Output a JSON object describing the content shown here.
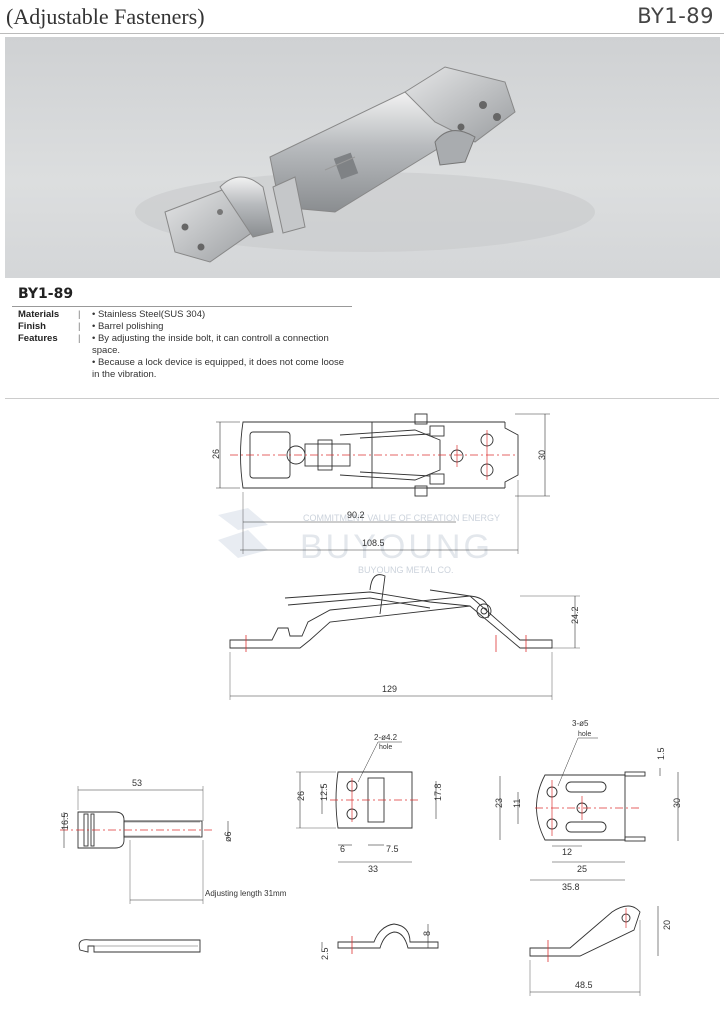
{
  "header": {
    "title": "(Adjustable Fasteners)",
    "code": "BY1-89"
  },
  "product": {
    "model": "BY1-89",
    "specs": [
      {
        "label": "Materials",
        "values": [
          "• Stainless Steel(SUS 304)"
        ]
      },
      {
        "label": "Finish",
        "values": [
          "• Barrel polishing"
        ]
      },
      {
        "label": "Features",
        "values": [
          "• By adjusting the inside bolt, it can controll a connection space.",
          "• Because a lock device is equipped, it does not come loose in the vibration."
        ]
      }
    ]
  },
  "watermark": {
    "line1": "COMMITMENT VALUE OF CREATION ENERGY",
    "brand": "BUYOUNG",
    "line3": "BUYOUNG METAL CO."
  },
  "dimensions": {
    "top_view": {
      "d26": "26",
      "d30": "30",
      "d90": "90.2",
      "d108": "108.5"
    },
    "side_view": {
      "d24": "24.2",
      "d129": "129"
    },
    "bolt": {
      "d53": "53",
      "d16": "16.5",
      "d6": "ø6",
      "adjust": "Adjusting length 31mm"
    },
    "plate": {
      "hole": "2-ø4.2",
      "hole_word": "hole",
      "d26": "26",
      "d12": "12.5",
      "d17": "17.8",
      "d6": "6",
      "d7": "7.5",
      "d33": "33"
    },
    "base": {
      "hole": "3-ø5",
      "hole_word": "hole",
      "d15": "1.5",
      "d23": "23",
      "d11": "11",
      "d30": "30",
      "d12": "12",
      "d25": "25",
      "d35": "35.8"
    },
    "hook": {},
    "keeper": {
      "d8": "8",
      "d25": "2.5"
    },
    "bracket": {
      "d20": "20",
      "d48": "48.5"
    }
  }
}
